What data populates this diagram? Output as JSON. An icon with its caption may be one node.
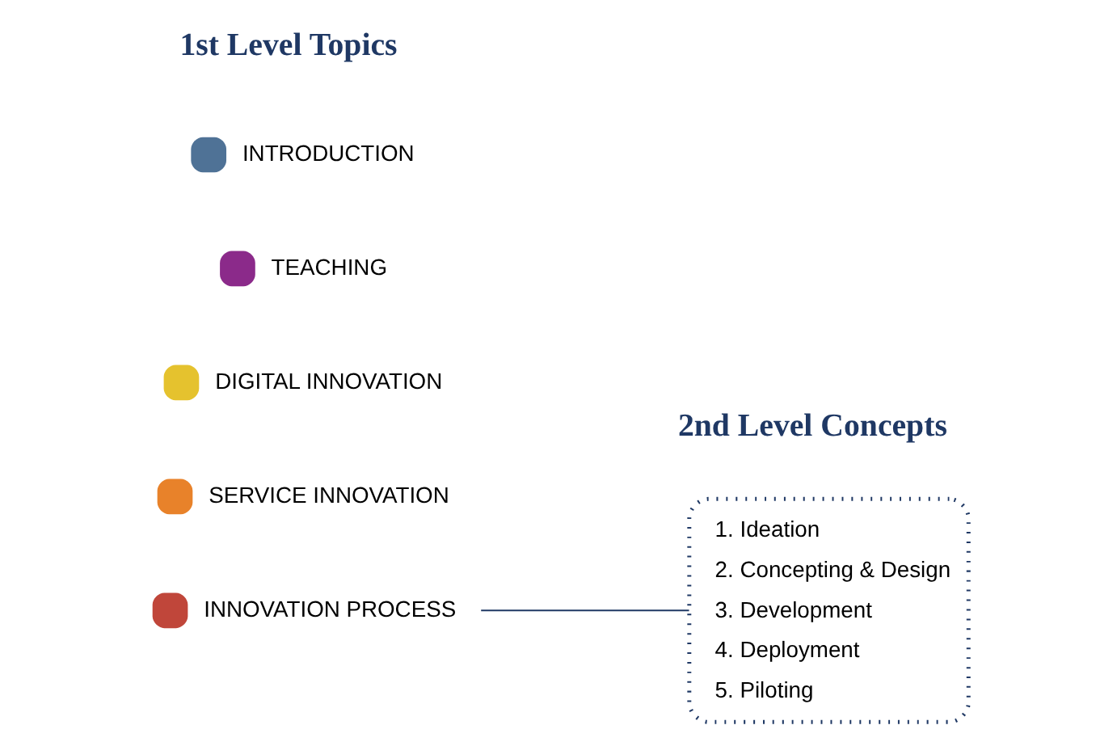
{
  "diagram": {
    "nodes": [
      {
        "text": [
          "INTRODUCTION"
        ]
      },
      {
        "text": [
          "TEACHING"
        ]
      },
      {
        "text": [
          "DIGITAL INNOVATION"
        ]
      },
      {
        "text": [
          "SERVICE INNOVATION"
        ]
      },
      {
        "text": [
          "INNOVATION PROCESS"
        ]
      },
      {
        "text": [
          "1. Ideation",
          "2. Concepting & Design",
          "3. Development",
          "4. Deployment",
          "5. Piloting"
        ]
      }
    ],
    "edges": [
      {
        "from": 4,
        "to": 5,
        "arrow": "none",
        "color": "#1f3864"
      }
    ],
    "labels": [
      "1st Level Topics",
      "2nd Level Concepts"
    ]
  }
}
